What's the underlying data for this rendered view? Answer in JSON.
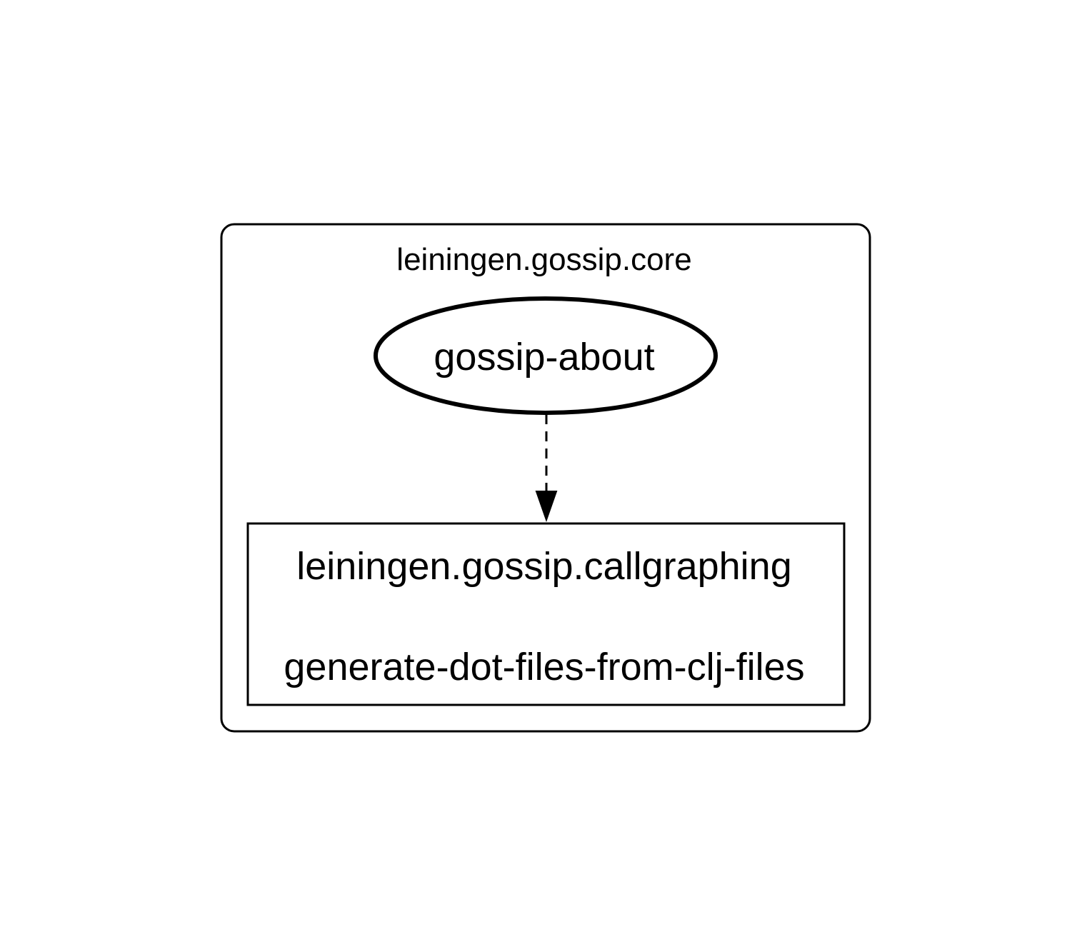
{
  "diagram": {
    "cluster": {
      "label": "leiningen.gossip.core"
    },
    "nodes": {
      "source": {
        "label": "gossip-about",
        "shape": "ellipse"
      },
      "target": {
        "namespace_label": "leiningen.gossip.callgraphing",
        "function_label": "generate-dot-files-from-clj-files",
        "shape": "box"
      }
    },
    "edges": [
      {
        "from": "gossip-about",
        "to": "generate-dot-files-from-clj-files",
        "style": "dashed"
      }
    ],
    "colors": {
      "stroke": "#000000",
      "background": "#ffffff",
      "text": "#000000"
    }
  }
}
